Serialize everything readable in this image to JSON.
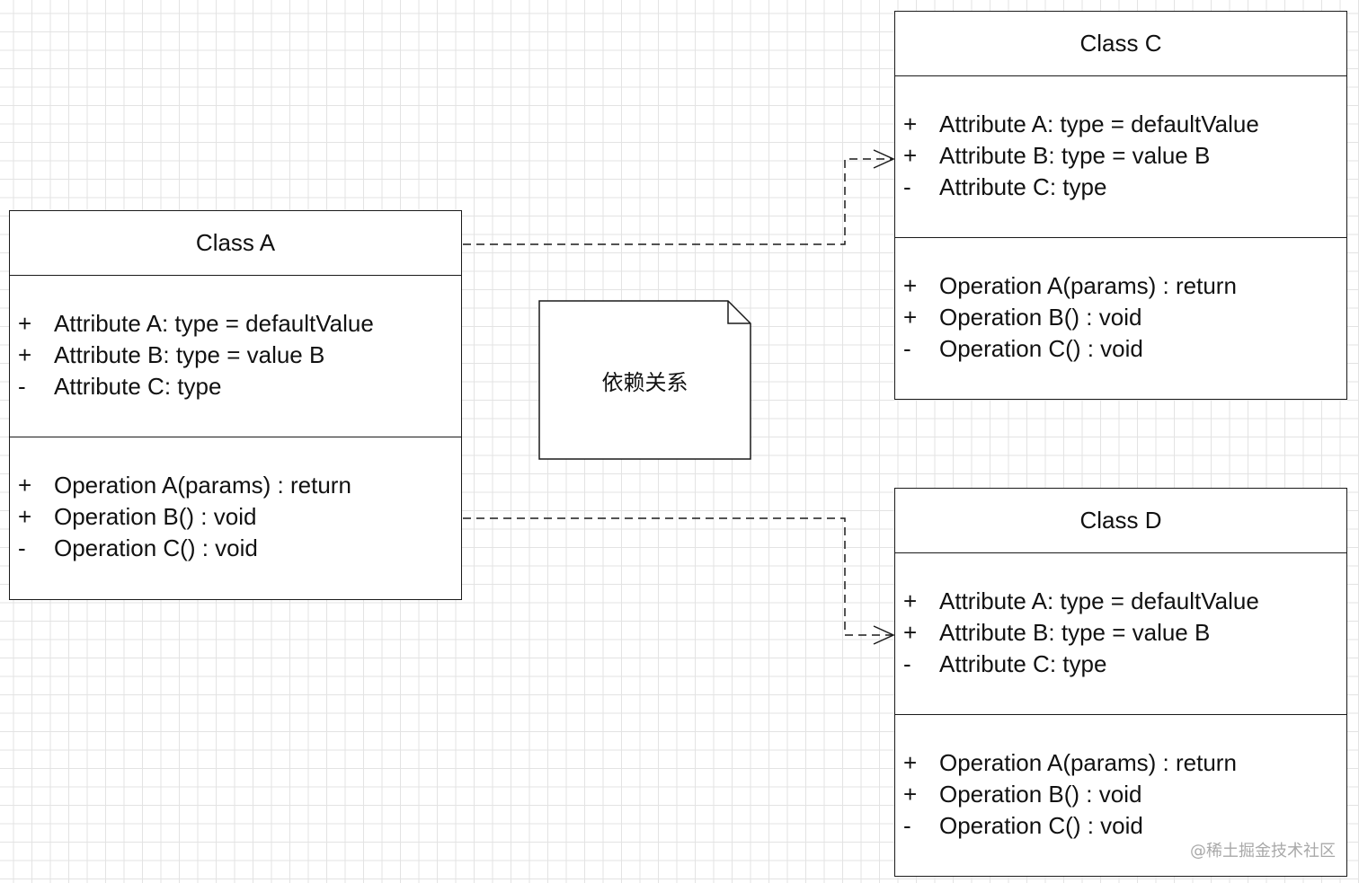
{
  "classes": {
    "a": {
      "name": "Class A",
      "attributes": [
        {
          "vis": "+",
          "text": "Attribute A: type = defaultValue"
        },
        {
          "vis": "+",
          "text": "Attribute B: type = value B"
        },
        {
          "vis": "-",
          "text": "Attribute C: type"
        }
      ],
      "operations": [
        {
          "vis": "+",
          "text": "Operation A(params) : return"
        },
        {
          "vis": "+",
          "text": "Operation B() : void"
        },
        {
          "vis": "-",
          "text": "Operation C() : void"
        }
      ]
    },
    "c": {
      "name": "Class C",
      "attributes": [
        {
          "vis": "+",
          "text": "Attribute A: type = defaultValue"
        },
        {
          "vis": "+",
          "text": "Attribute B: type = value B"
        },
        {
          "vis": "-",
          "text": "Attribute C: type"
        }
      ],
      "operations": [
        {
          "vis": "+",
          "text": "Operation A(params) : return"
        },
        {
          "vis": "+",
          "text": "Operation B() : void"
        },
        {
          "vis": "-",
          "text": "Operation C() : void"
        }
      ]
    },
    "d": {
      "name": "Class D",
      "attributes": [
        {
          "vis": "+",
          "text": "Attribute A: type = defaultValue"
        },
        {
          "vis": "+",
          "text": "Attribute B: type = value B"
        },
        {
          "vis": "-",
          "text": "Attribute C: type"
        }
      ],
      "operations": [
        {
          "vis": "+",
          "text": "Operation A(params) : return"
        },
        {
          "vis": "+",
          "text": "Operation B() : void"
        },
        {
          "vis": "-",
          "text": "Operation C() : void"
        }
      ]
    }
  },
  "note": {
    "text": "依赖关系"
  },
  "watermark": "@稀土掘金技术社区",
  "colors": {
    "stroke": "#1a1a1a",
    "grid": "#e3e3e3",
    "watermark": "#a9a9a9"
  }
}
